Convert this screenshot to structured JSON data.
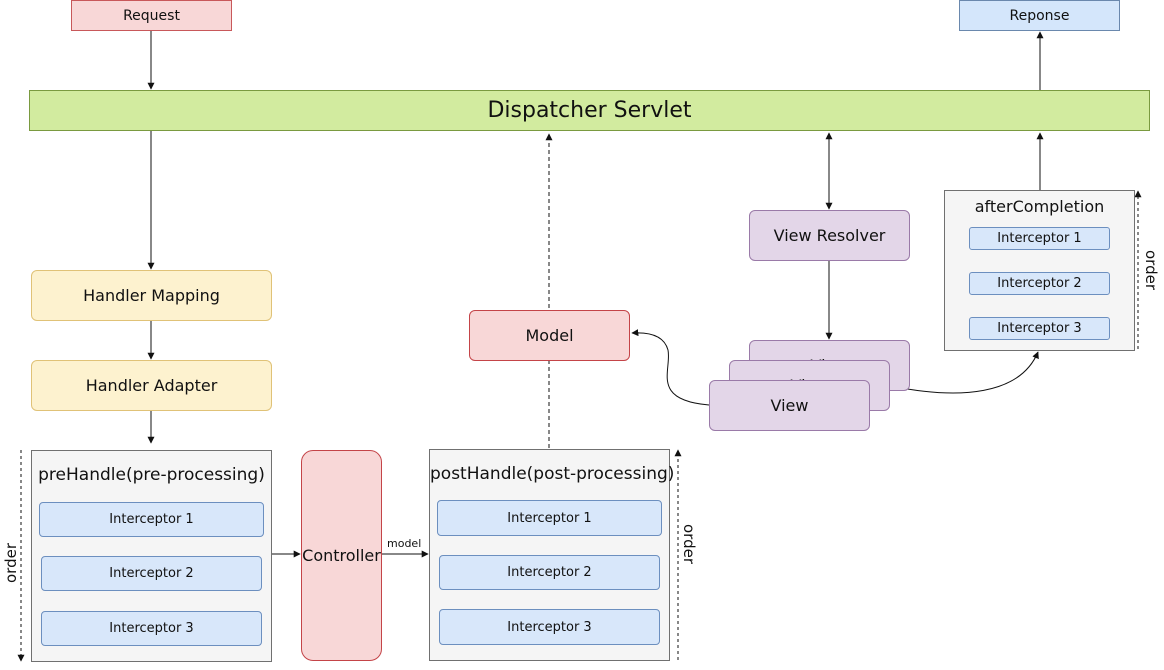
{
  "nodes": {
    "request": "Request",
    "response": "Reponse",
    "dispatcher": "Dispatcher Servlet",
    "handler_mapping": "Handler Mapping",
    "handler_adapter": "Handler Adapter",
    "model": "Model",
    "view_resolver": "View Resolver",
    "view_back": "View",
    "view_mid": "View",
    "view_front": "View",
    "controller": "Controller"
  },
  "panels": {
    "pre_handle": {
      "title": "preHandle(pre-processing)",
      "interceptors": [
        "Interceptor 1",
        "Interceptor 2",
        "Interceptor 3"
      ]
    },
    "post_handle": {
      "title": "postHandle(post-processing)",
      "interceptors": [
        "Interceptor 1",
        "Interceptor 2",
        "Interceptor 3"
      ]
    },
    "after_completion": {
      "title": "afterCompletion",
      "interceptors": [
        "Interceptor 1",
        "Interceptor 2",
        "Interceptor 3"
      ]
    }
  },
  "labels": {
    "order": "order",
    "model_edge": "model"
  },
  "colors": {
    "request": "#f8d7d7",
    "response": "#d4e6fb",
    "dispatcher": "#d2eb9f",
    "handler": "#fdf2cf",
    "view": "#e3d6e8",
    "model_controller": "#f8d7d7",
    "interceptor": "#d8e7fa"
  }
}
